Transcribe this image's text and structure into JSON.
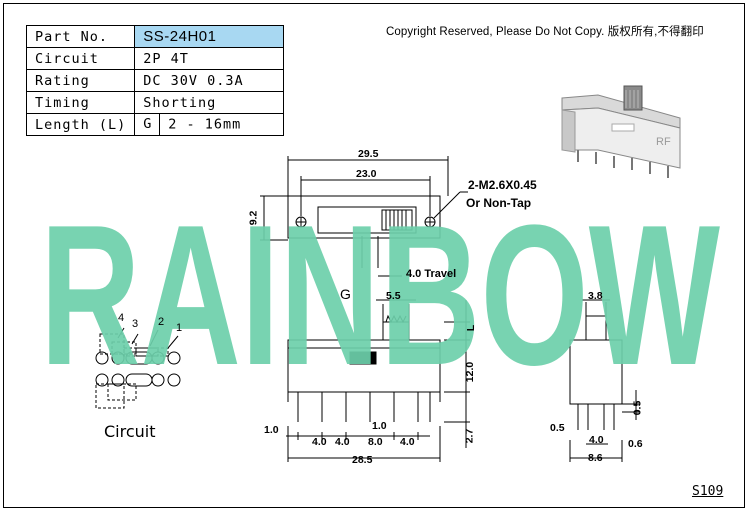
{
  "spec_table": {
    "rows": [
      {
        "label": "Part No.",
        "value": "SS-24H01"
      },
      {
        "label": "Circuit",
        "value": "2P 4T"
      },
      {
        "label": "Rating",
        "value": "DC 30V 0.3A"
      },
      {
        "label": "Timing",
        "value": "Shorting"
      },
      {
        "label": "Length (L)",
        "value_prefix": "G",
        "value": "2 - 16mm"
      }
    ]
  },
  "copyright": "Copyright Reserved, Please Do Not Copy. 版权所有,不得翻印",
  "watermark": "RAINBOW",
  "colors": {
    "watermark": "#6ccfaa",
    "part_no_bg": "#a8d8f2",
    "line": "#000000"
  },
  "dimensions": {
    "width_29_5": "29.5",
    "width_23_0": "23.0",
    "height_9_2": "9.2",
    "screw": "2-M2.6X0.45",
    "screw_alt": "Or Non-Tap",
    "travel": "4.0 Travel",
    "g": "G",
    "knob_5_5": "5.5",
    "l": "L",
    "body_12_0": "12.0",
    "pin_1_0_left": "1.0",
    "pitch_a": "4.0",
    "pitch_b": "4.0",
    "pitch_c": "8.0",
    "pitch_d": "4.0",
    "pin_1_0_mid": "1.0",
    "pin_2_7": "2.7",
    "total_28_5": "28.5",
    "side_3_8": "3.8",
    "side_0_5_right": "0.5",
    "side_0_5_left": "0.5",
    "side_4_0": "4.0",
    "side_0_6": "0.6",
    "side_8_6": "8.6"
  },
  "circuit": {
    "title": "Circuit",
    "numbers": [
      "4",
      "3",
      "2",
      "1"
    ]
  },
  "page_ref": "S109"
}
